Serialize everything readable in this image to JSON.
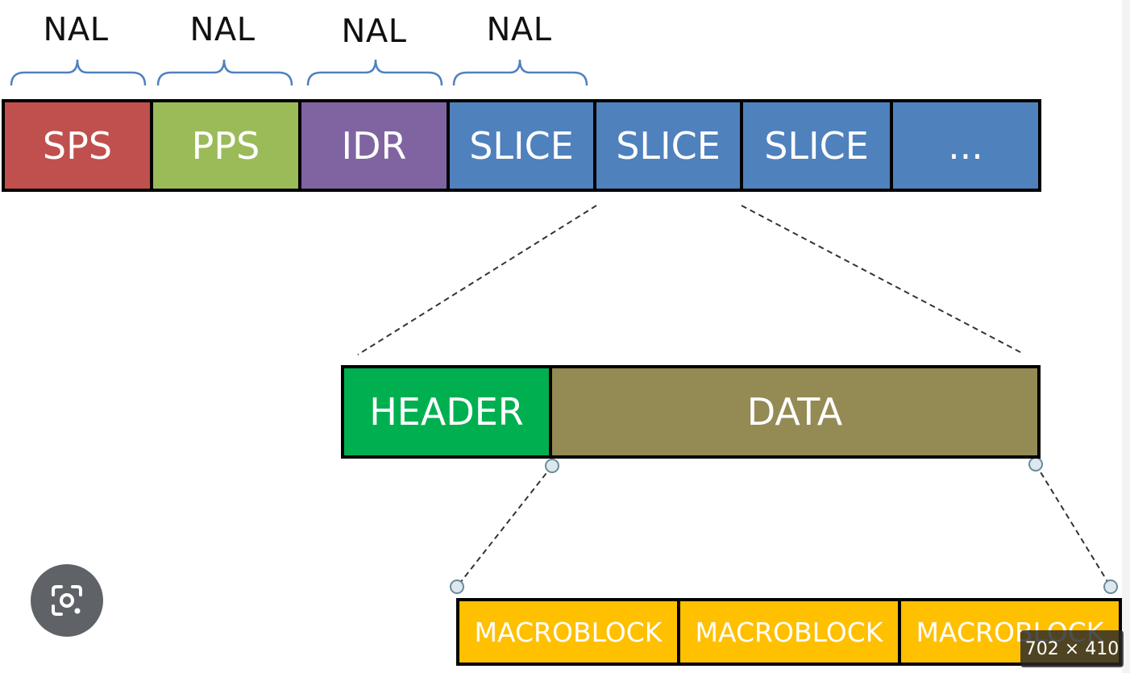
{
  "nal_labels": [
    "NAL",
    "NAL",
    "NAL",
    "NAL"
  ],
  "nal_units": [
    {
      "label": "SPS",
      "color": "#c0504d"
    },
    {
      "label": "PPS",
      "color": "#9bbb59"
    },
    {
      "label": "IDR",
      "color": "#8064a2"
    },
    {
      "label": "SLICE",
      "color": "#4f81bd"
    },
    {
      "label": "SLICE",
      "color": "#4f81bd"
    },
    {
      "label": "SLICE",
      "color": "#4f81bd"
    },
    {
      "label": "...",
      "color": "#4f81bd"
    }
  ],
  "slice": {
    "header": {
      "label": "HEADER",
      "color": "#00b050"
    },
    "data": {
      "label": "DATA",
      "color": "#948a54"
    }
  },
  "macroblocks": [
    {
      "label": "MACROBLOCK",
      "color": "#ffc000"
    },
    {
      "label": "MACROBLOCK",
      "color": "#ffc000"
    },
    {
      "label": "MACROBLOCK",
      "color": "#ffc000"
    }
  ],
  "lens_button": {
    "icon": "camera-search-icon"
  },
  "image_size_badge": "702 × 410"
}
